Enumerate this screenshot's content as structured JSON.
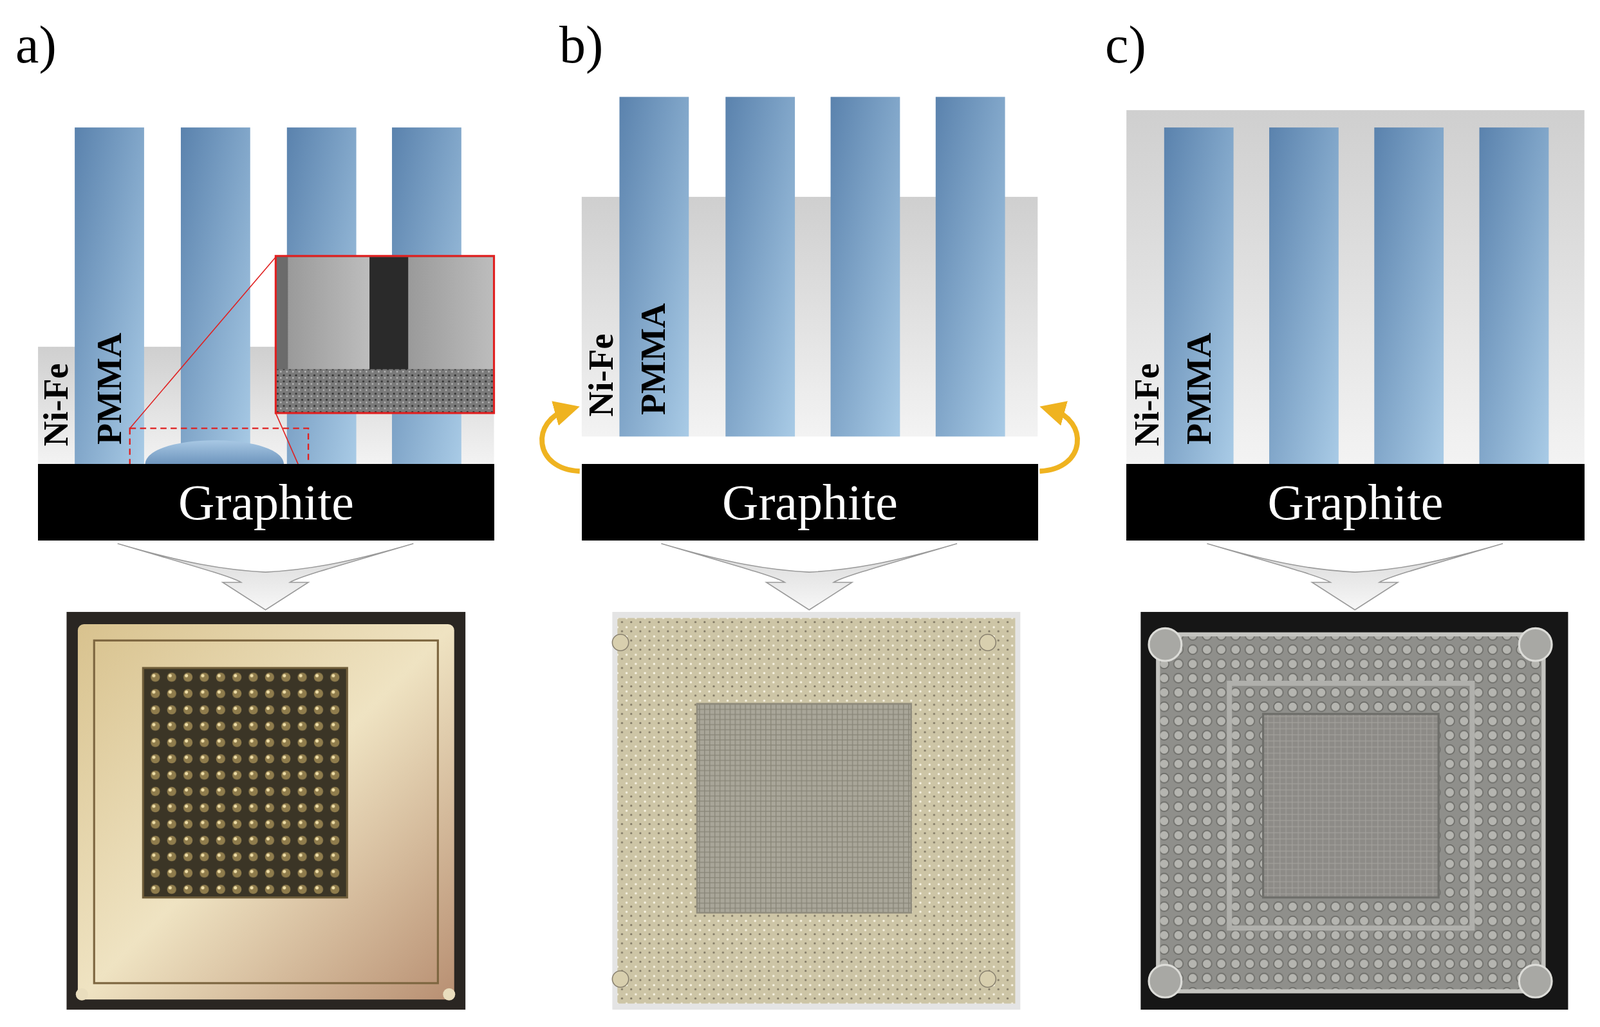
{
  "diagram": {
    "nodes": [
      {
        "text": [
          "Graphite"
        ]
      },
      {
        "text": [
          "Graphite"
        ]
      },
      {
        "text": [
          "Graphite"
        ]
      }
    ],
    "labels": [
      "a)",
      "b)",
      "c)",
      "Ni-Fe",
      "PMMA",
      "Ni-Fe",
      "PMMA",
      "Ni-Fe",
      "PMMA"
    ]
  }
}
